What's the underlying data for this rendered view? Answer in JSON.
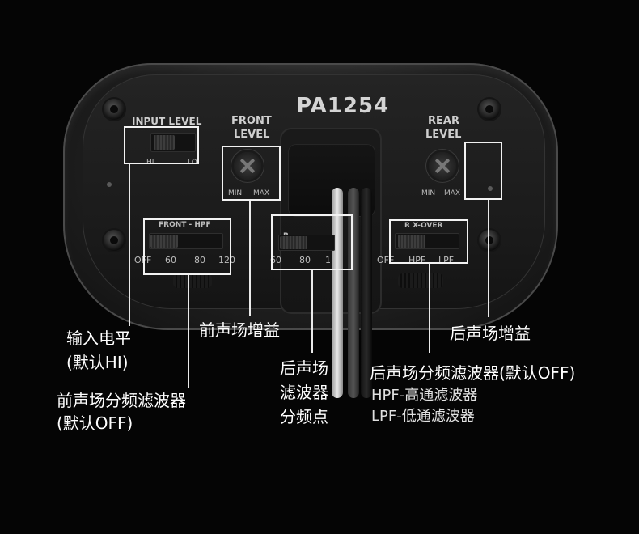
{
  "panel": {
    "model": "PA1254",
    "input_level": {
      "title": "INPUT LEVEL",
      "left": "HI",
      "right": "LO"
    },
    "front_level": {
      "title_line1": "FRONT",
      "title_line2": "LEVEL",
      "min": "MIN",
      "max": "MAX"
    },
    "rear_level": {
      "title_line1": "REAR",
      "title_line2": "LEVEL",
      "min": "MIN",
      "max": "MAX"
    },
    "front_hpf": {
      "title": "FRONT - HPF",
      "options": [
        "OFF",
        "60",
        "80",
        "120"
      ]
    },
    "rear_freq": {
      "title": "R",
      "options": [
        "60",
        "80",
        "1"
      ]
    },
    "rear_xover": {
      "title": "R X-OVER",
      "options": [
        "OFF",
        "HPF",
        "LPF"
      ]
    }
  },
  "callouts": {
    "input_level": [
      "输入电平",
      "(默认HI)"
    ],
    "front_gain": "前声场增益",
    "rear_gain": "后声场增益",
    "front_filter": [
      "前声场分频滤波器",
      "(默认OFF)"
    ],
    "rear_filter_point": [
      "后声场",
      "滤波器",
      "分频点"
    ],
    "rear_filter": {
      "title": "后声场分频滤波器(默认OFF)",
      "hpf": "HPF-高通滤波器",
      "lpf": "LPF-低通滤波器"
    }
  }
}
